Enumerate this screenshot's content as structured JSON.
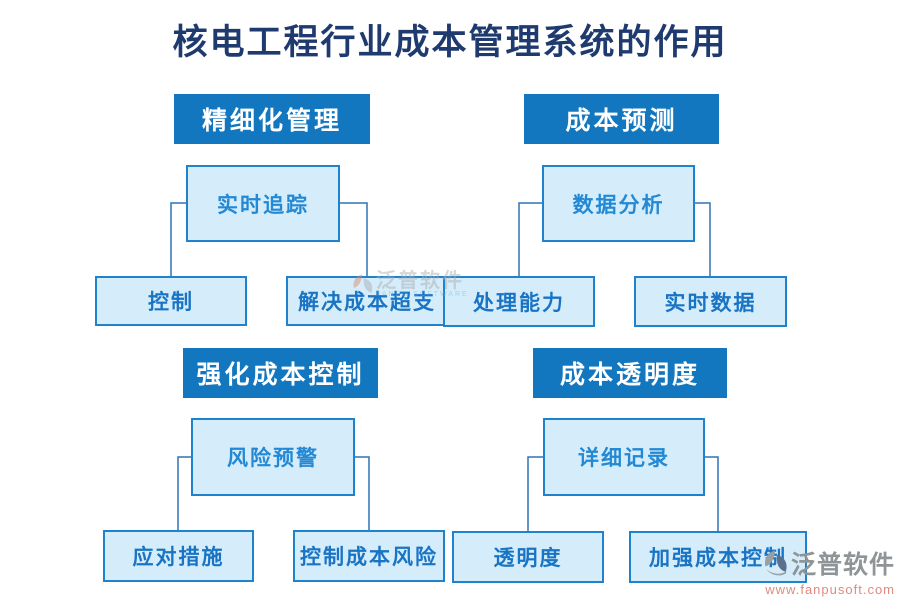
{
  "title": "核电工程行业成本管理系统的作用",
  "sections": [
    {
      "header": "精细化管理",
      "mid": "实时追踪",
      "children": [
        "控制",
        "解决成本超支"
      ]
    },
    {
      "header": "成本预测",
      "mid": "数据分析",
      "children": [
        "处理能力",
        "实时数据"
      ]
    },
    {
      "header": "强化成本控制",
      "mid": "风险预警",
      "children": [
        "应对措施",
        "控制成本风险"
      ]
    },
    {
      "header": "成本透明度",
      "mid": "详细记录",
      "children": [
        "透明度",
        "加强成本控制"
      ]
    }
  ],
  "watermark_center": {
    "brand": "泛普软件",
    "subtitle": "FANPU SOFTWARE"
  },
  "watermark_corner": {
    "brand": "泛普软件",
    "url": "www.fanpusoft.com"
  },
  "colors": {
    "title": "#1f3a6e",
    "header_bg": "#1377bf",
    "header_text": "#ffffff",
    "node_bg": "#d5edfb",
    "node_border": "#1e83cc",
    "node_text": "#1a74c4",
    "mid_text": "#2389d4",
    "connector": "#2e74b5",
    "watermark_gray": "#8f9496",
    "watermark_url": "#e08a80"
  }
}
